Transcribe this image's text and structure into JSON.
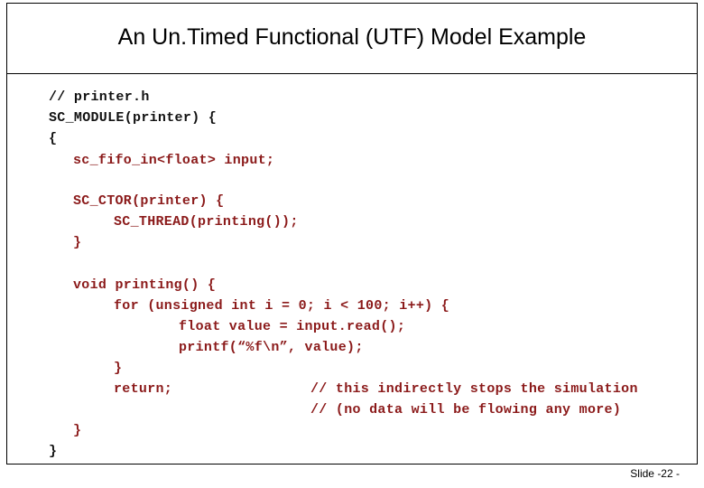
{
  "slide": {
    "title": "An Un.Timed Functional (UTF) Model Example",
    "footer": "Slide -22 -"
  },
  "code": {
    "l1": "// printer.h",
    "l2": "SC_MODULE(printer) {",
    "l3": "{",
    "l4": "sc_fifo_in<float> input;",
    "l5": "SC_CTOR(printer) {",
    "l6": "SC_THREAD(printing());",
    "l7": "}",
    "l8": "void printing() {",
    "l9": "for (unsigned int i = 0; i < 100; i++) {",
    "l10": "float value = input.read();",
    "l11": "printf(“%f\\n”, value);",
    "l12": "}",
    "l13": "return;",
    "l13c": "// this indirectly stops the simulation",
    "l14c": "// (no data will be flowing any more)",
    "l15": "}",
    "l16": "}"
  }
}
